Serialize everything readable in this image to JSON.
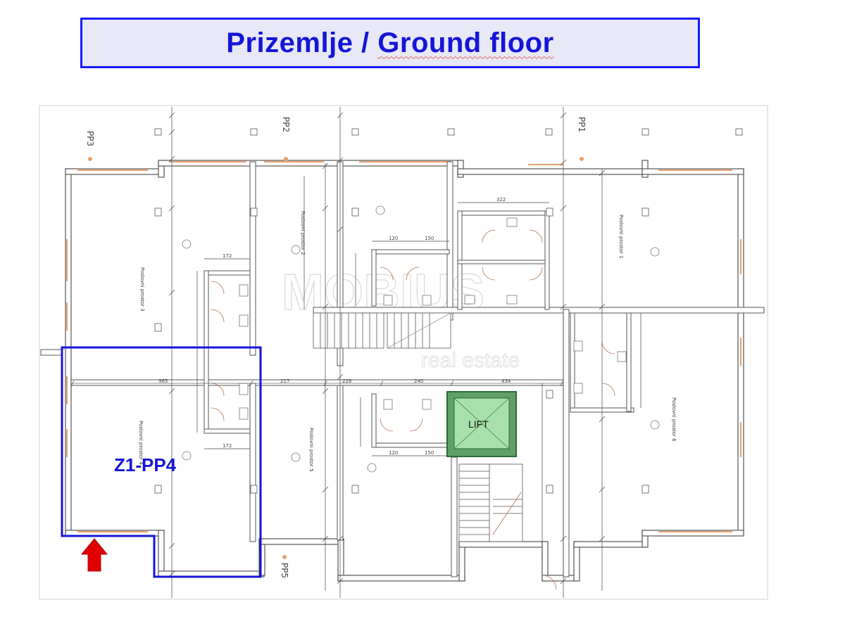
{
  "title": {
    "part1": "Prizemlje / ",
    "part2": "Ground floor"
  },
  "plan": {
    "unit_label": "Z1-PP4",
    "lift_label": "LIFT",
    "entrances": [
      "PP3",
      "PP2",
      "PP1",
      "PP5"
    ],
    "rooms": [
      "Poslovni prostor 3",
      "Poslovni prostor 2",
      "Poslovni prostor 1",
      "Poslovni prostor 4",
      "Poslovni prostor 5",
      "Poslovni prostor 6"
    ],
    "watermark": "MOBIUS",
    "watermark_sub": "real estate",
    "dimensions": [
      "965",
      "217",
      "228",
      "240",
      "434",
      "172",
      "172",
      "120",
      "150",
      "120",
      "150",
      "322"
    ],
    "highlight_color": "#1515d8",
    "lift_color": "#5f9f6a",
    "arrow_color": "#e00000"
  }
}
